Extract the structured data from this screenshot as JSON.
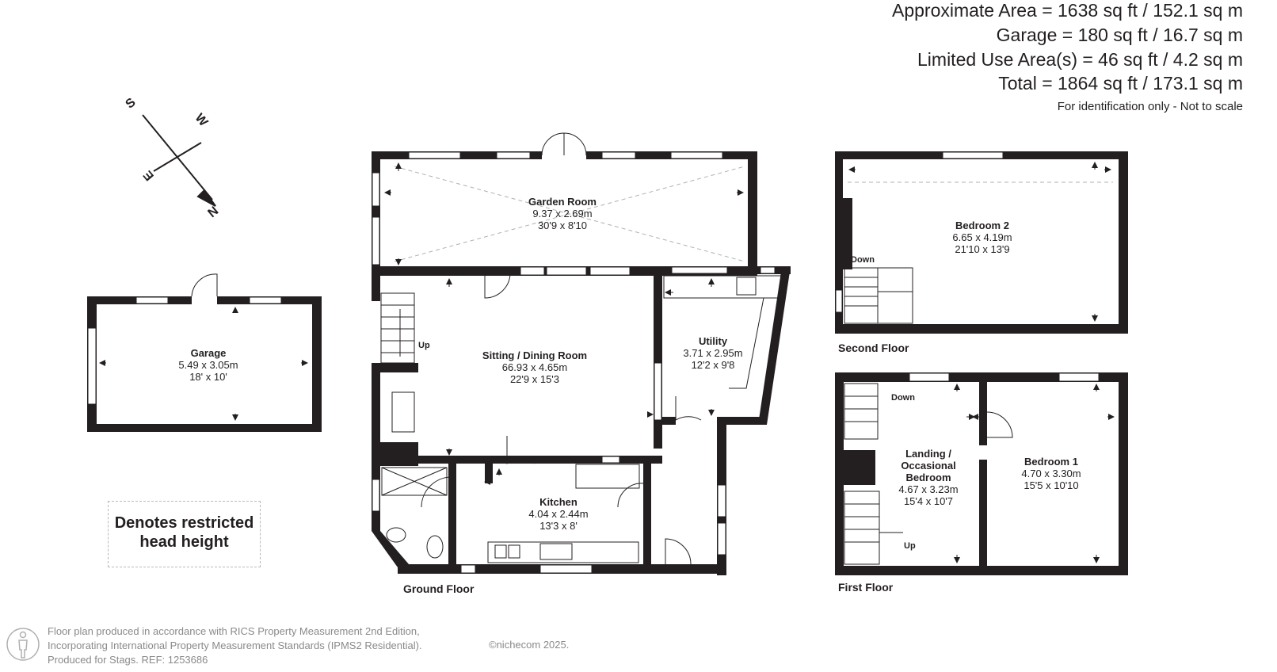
{
  "areas": {
    "approximate": "Approximate Area = 1638 sq ft / 152.1 sq m",
    "garage": "Garage = 180 sq ft / 16.7 sq m",
    "limited_use": "Limited Use Area(s) = 46 sq ft / 4.2 sq m",
    "total": "Total = 1864 sq ft / 173.1 sq m",
    "note": "For identification only - Not to scale"
  },
  "compass": {
    "s": "S",
    "w": "W",
    "e": "E",
    "n": "N"
  },
  "rooms": {
    "garden_room": {
      "name": "Garden Room",
      "metric": "9.37 x 2.69m",
      "imperial": "30'9 x 8'10"
    },
    "garage": {
      "name": "Garage",
      "metric": "5.49 x 3.05m",
      "imperial": "18' x 10'"
    },
    "sitting": {
      "name": "Sitting / Dining Room",
      "metric": "66.93 x 4.65m",
      "imperial": "22'9 x 15'3"
    },
    "utility": {
      "name": "Utility",
      "metric": "3.71 x 2.95m",
      "imperial": "12'2 x 9'8"
    },
    "kitchen": {
      "name": "Kitchen",
      "metric": "4.04 x 2.44m",
      "imperial": "13'3 x 8'"
    },
    "bedroom2": {
      "name": "Bedroom 2",
      "metric": "6.65 x 4.19m",
      "imperial": "21'10 x 13'9"
    },
    "landing": {
      "name_1": "Landing /",
      "name_2": "Occasional",
      "name_3": "Bedroom",
      "metric": "4.67 x 3.23m",
      "imperial": "15'4 x 10'7"
    },
    "bedroom1": {
      "name": "Bedroom 1",
      "metric": "4.70 x 3.30m",
      "imperial": "15'5 x 10'10"
    }
  },
  "stairs": {
    "up_ground": "Up",
    "down_second": "Down",
    "down_first": "Down",
    "up_first": "Up"
  },
  "floors": {
    "ground": "Ground Floor",
    "first": "First Floor",
    "second": "Second Floor"
  },
  "legend": {
    "line1": "Denotes restricted",
    "line2": "head height"
  },
  "footer": {
    "line1": "Floor plan produced in accordance with RICS Property Measurement 2nd Edition,",
    "line2": "Incorporating International Property Measurement Standards (IPMS2 Residential).",
    "line3": "Produced for Stags.   REF: 1253686",
    "copyright": "©nichecom 2025."
  }
}
